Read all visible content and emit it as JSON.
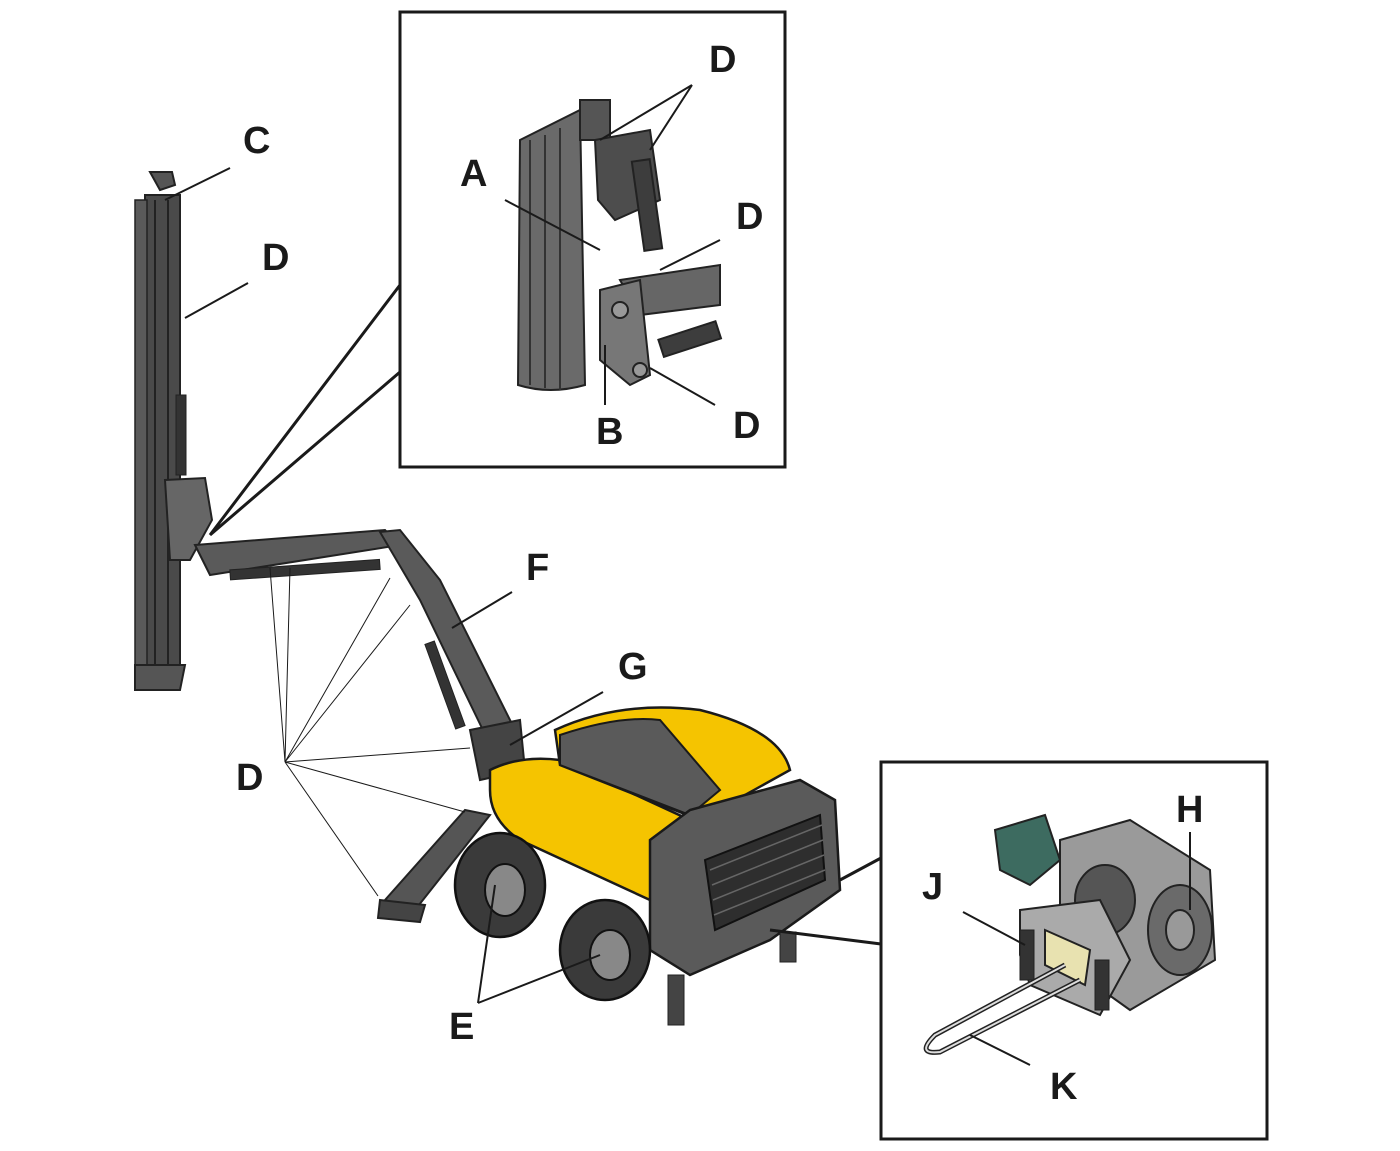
{
  "colors": {
    "body_yellow": "#f5c400",
    "machine_gray": "#5a5a5a",
    "dark_gray": "#3a3a3a",
    "outline": "#1a1a1a"
  },
  "labels": {
    "mast_top": "C",
    "mast_mid": "D",
    "inset_a": "A",
    "inset_d_top": "D",
    "inset_d_mid": "D",
    "inset_d_bottom": "D",
    "inset_b": "B",
    "boom": "F",
    "boom_base": "G",
    "hoses": "D",
    "wheels": "E",
    "winch_h": "H",
    "winch_j": "J",
    "winch_k": "K"
  }
}
